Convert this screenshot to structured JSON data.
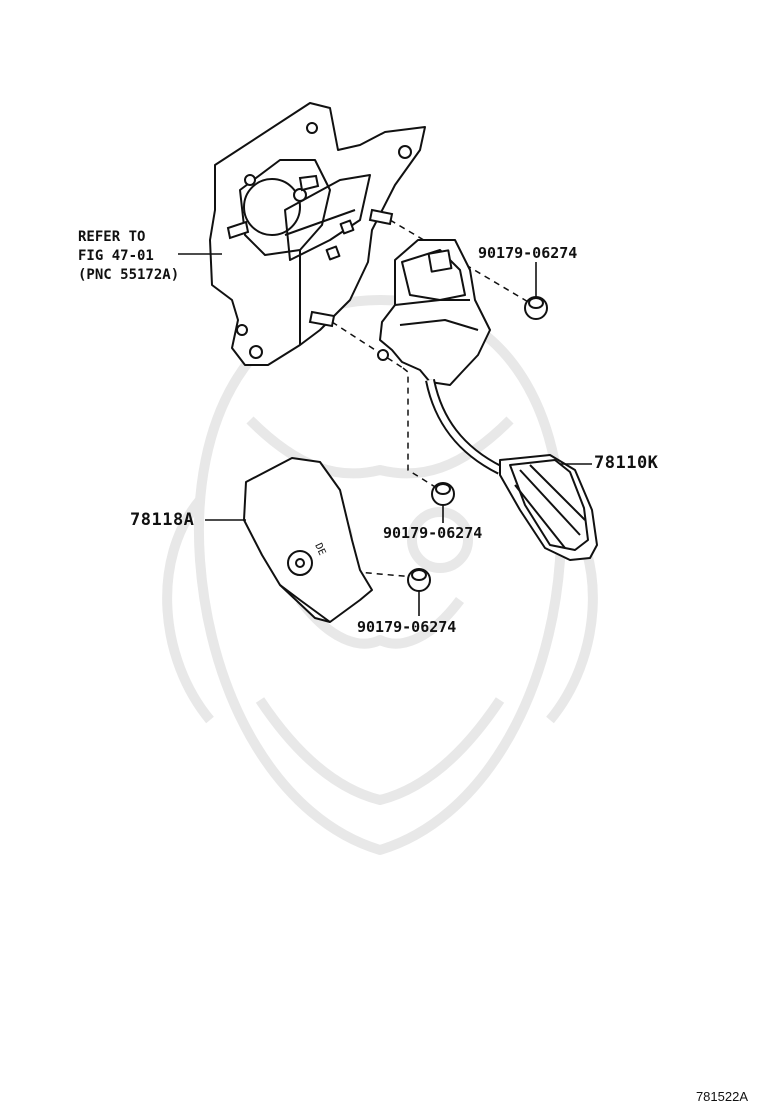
{
  "labels": {
    "refer_line1": "REFER TO",
    "refer_line2": "FIG 47-01",
    "refer_line3": "(PNC 55172A)",
    "nut_top": "90179-06274",
    "pedal": "78110K",
    "cover": "78118A",
    "nut_mid": "90179-06274",
    "nut_low": "90179-06274"
  },
  "diagram_code": "781522A",
  "colors": {
    "line": "#111111",
    "watermark": "#e6e6e6"
  }
}
